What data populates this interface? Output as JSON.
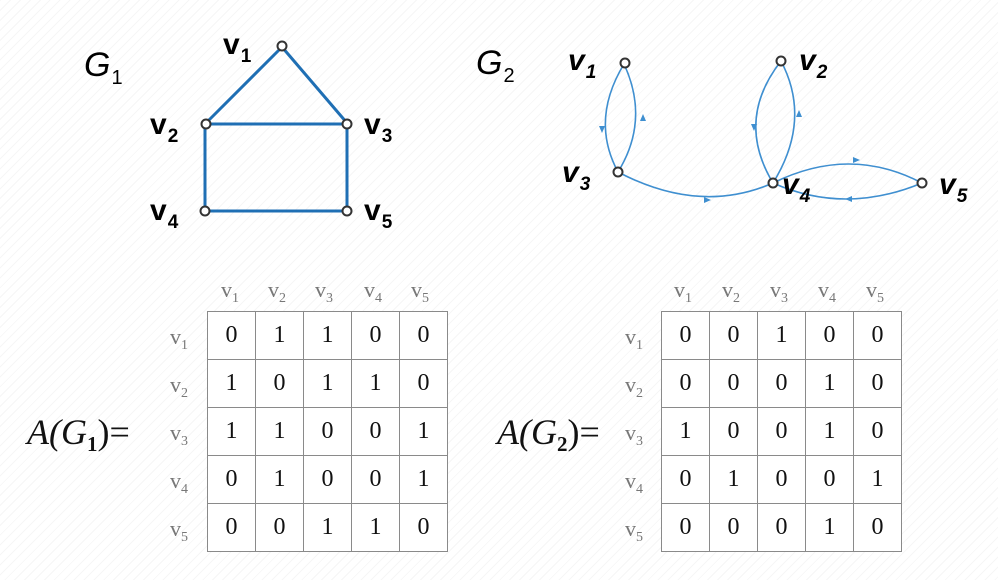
{
  "graphs": [
    {
      "title": "G",
      "title_sub": "1",
      "vertices": [
        {
          "name": "v",
          "sub": "1"
        },
        {
          "name": "v",
          "sub": "2"
        },
        {
          "name": "v",
          "sub": "3"
        },
        {
          "name": "v",
          "sub": "4"
        },
        {
          "name": "v",
          "sub": "5"
        }
      ],
      "edges": [
        [
          "v1",
          "v2"
        ],
        [
          "v1",
          "v3"
        ],
        [
          "v2",
          "v3"
        ],
        [
          "v2",
          "v4"
        ],
        [
          "v3",
          "v5"
        ],
        [
          "v4",
          "v5"
        ]
      ],
      "directed": false,
      "edge_color": "#1f6fb4"
    },
    {
      "title": "G",
      "title_sub": "2",
      "vertices": [
        {
          "name": "v",
          "sub": "1"
        },
        {
          "name": "v",
          "sub": "2"
        },
        {
          "name": "v",
          "sub": "3"
        },
        {
          "name": "v",
          "sub": "4"
        },
        {
          "name": "v",
          "sub": "5"
        }
      ],
      "arcs": [
        [
          "v1",
          "v3"
        ],
        [
          "v3",
          "v1"
        ],
        [
          "v2",
          "v4"
        ],
        [
          "v4",
          "v2"
        ],
        [
          "v3",
          "v4"
        ],
        [
          "v4",
          "v5"
        ],
        [
          "v5",
          "v4"
        ]
      ],
      "directed": true,
      "edge_color": "#3f8fd0"
    }
  ],
  "matrices": [
    {
      "label_prefix": "A(",
      "label_var": "G",
      "label_sub": "1",
      "label_suffix": ")=",
      "col_headers": [
        {
          "v": "v",
          "s": "1"
        },
        {
          "v": "v",
          "s": "2"
        },
        {
          "v": "v",
          "s": "3"
        },
        {
          "v": "v",
          "s": "4"
        },
        {
          "v": "v",
          "s": "5"
        }
      ],
      "row_headers": [
        {
          "v": "v",
          "s": "1"
        },
        {
          "v": "v",
          "s": "2"
        },
        {
          "v": "v",
          "s": "3"
        },
        {
          "v": "v",
          "s": "4"
        },
        {
          "v": "v",
          "s": "5"
        }
      ],
      "rows": [
        [
          "0",
          "1",
          "1",
          "0",
          "0"
        ],
        [
          "1",
          "0",
          "1",
          "1",
          "0"
        ],
        [
          "1",
          "1",
          "0",
          "0",
          "1"
        ],
        [
          "0",
          "1",
          "0",
          "0",
          "1"
        ],
        [
          "0",
          "0",
          "1",
          "1",
          "0"
        ]
      ]
    },
    {
      "label_prefix": "A(",
      "label_var": "G",
      "label_sub": "2",
      "label_suffix": ")=",
      "col_headers": [
        {
          "v": "v",
          "s": "1"
        },
        {
          "v": "v",
          "s": "2"
        },
        {
          "v": "v",
          "s": "3"
        },
        {
          "v": "v",
          "s": "4"
        },
        {
          "v": "v",
          "s": "5"
        }
      ],
      "row_headers": [
        {
          "v": "v",
          "s": "1"
        },
        {
          "v": "v",
          "s": "2"
        },
        {
          "v": "v",
          "s": "3"
        },
        {
          "v": "v",
          "s": "4"
        },
        {
          "v": "v",
          "s": "5"
        }
      ],
      "rows": [
        [
          "0",
          "0",
          "1",
          "0",
          "0"
        ],
        [
          "0",
          "0",
          "0",
          "1",
          "0"
        ],
        [
          "1",
          "0",
          "0",
          "1",
          "0"
        ],
        [
          "0",
          "1",
          "0",
          "0",
          "1"
        ],
        [
          "0",
          "0",
          "0",
          "1",
          "0"
        ]
      ]
    }
  ]
}
